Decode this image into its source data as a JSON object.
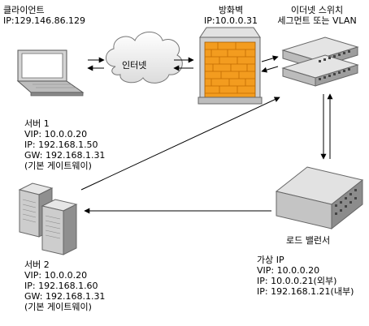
{
  "client": {
    "title": "클라이언트",
    "ip": "IP:129.146.86.129"
  },
  "internet": {
    "label": "인터넷"
  },
  "firewall": {
    "title": "방화벽",
    "ip": "IP:10.0.0.31"
  },
  "switch": {
    "line1": "이더넷 스위치",
    "line2": "세그먼트 또는 VLAN"
  },
  "server1": {
    "title": "서버 1",
    "vip": "VIP: 10.0.0.20",
    "ip": "IP: 192.168.1.50",
    "gw": "GW: 192.168.1.31",
    "note": "(기본 게이트웨이)"
  },
  "server2": {
    "title": "서버 2",
    "vip": "VIP: 10.0.0.20",
    "ip": "IP: 192.168.1.60",
    "gw": "GW: 192.168.1.31",
    "note": "(기본 게이트웨이)"
  },
  "load_balancer": {
    "title": "로드 밸런서",
    "virtual_ip": "가상 IP",
    "vip": "VIP: 10.0.0.20",
    "ip_external": "IP: 10.0.0.21(외부)",
    "ip_internal": "IP: 192.168.1.21(내부)"
  },
  "colors": {
    "firewall_brick": "#f39c1f",
    "firewall_frame": "#d9d9d9",
    "device_gray": "#c8c8c8",
    "line": "#000000"
  }
}
